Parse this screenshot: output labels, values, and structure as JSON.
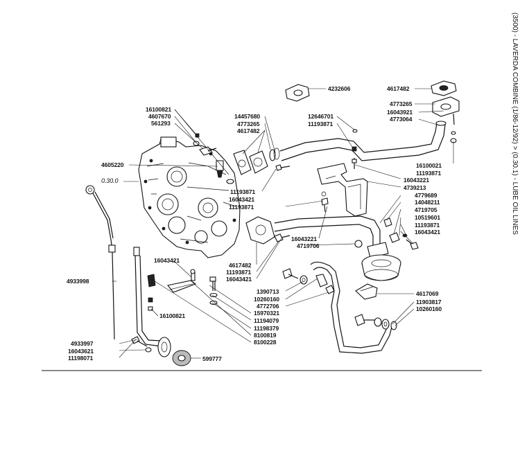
{
  "side_title": "(3500) - LAVERDA COMBINE (1/86-12/92) > (0.30.1) - LUBE OIL LINES",
  "ref_label": "0.30.0",
  "labels": [
    {
      "id": "l4232606",
      "text": "4232606"
    },
    {
      "id": "l4617482a",
      "text": "4617482"
    },
    {
      "id": "l4773265a",
      "text": "4773265"
    },
    {
      "id": "l16043921",
      "text": "16043921"
    },
    {
      "id": "l4773064",
      "text": "4773064"
    },
    {
      "id": "l16100821a",
      "text": "16100821"
    },
    {
      "id": "l4607670",
      "text": "4607670"
    },
    {
      "id": "l561293",
      "text": "561293"
    },
    {
      "id": "l14457680",
      "text": "14457680"
    },
    {
      "id": "l4773265b",
      "text": "4773265"
    },
    {
      "id": "l4617482b",
      "text": "4617482"
    },
    {
      "id": "l12646701",
      "text": "12646701"
    },
    {
      "id": "l11193871a",
      "text": "11193871"
    },
    {
      "id": "l4605220",
      "text": "4605220"
    },
    {
      "id": "l16100021",
      "text": "16100021"
    },
    {
      "id": "l11193871b",
      "text": "11193871"
    },
    {
      "id": "l16043221a",
      "text": "16043221"
    },
    {
      "id": "l11193871c",
      "text": "11193871"
    },
    {
      "id": "l16043421a",
      "text": "16043421"
    },
    {
      "id": "l11193871d",
      "text": "11193871"
    },
    {
      "id": "l4739213",
      "text": "4739213"
    },
    {
      "id": "l4779689",
      "text": "4779689"
    },
    {
      "id": "l14048211",
      "text": "14048211"
    },
    {
      "id": "l4719705",
      "text": "4719705"
    },
    {
      "id": "l10519601",
      "text": "10519601"
    },
    {
      "id": "l11193871e",
      "text": "11193871"
    },
    {
      "id": "l16043421b",
      "text": "16043421"
    },
    {
      "id": "l16043221b",
      "text": "16043221"
    },
    {
      "id": "l4719706",
      "text": "4719706"
    },
    {
      "id": "l4617482c",
      "text": "4617482"
    },
    {
      "id": "l11193871f",
      "text": "11193871"
    },
    {
      "id": "l16043421c",
      "text": "16043421"
    },
    {
      "id": "l16043421d",
      "text": "16043421"
    },
    {
      "id": "l4933998",
      "text": "4933998"
    },
    {
      "id": "l1390713",
      "text": "1390713"
    },
    {
      "id": "l10260160a",
      "text": "10260160"
    },
    {
      "id": "l4772706",
      "text": "4772706"
    },
    {
      "id": "l4617069",
      "text": "4617069"
    },
    {
      "id": "l11903817",
      "text": "11903817"
    },
    {
      "id": "l10260160b",
      "text": "10260160"
    },
    {
      "id": "l15970321",
      "text": "15970321"
    },
    {
      "id": "l11194079",
      "text": "11194079"
    },
    {
      "id": "l11198379",
      "text": "11198379"
    },
    {
      "id": "l8100819",
      "text": "8100819"
    },
    {
      "id": "l8100228",
      "text": "8100228"
    },
    {
      "id": "l16100821b",
      "text": "16100821"
    },
    {
      "id": "l4933997",
      "text": "4933997"
    },
    {
      "id": "l16043621",
      "text": "16043621"
    },
    {
      "id": "l11198071",
      "text": "11198071"
    },
    {
      "id": "l599777",
      "text": "599777"
    }
  ]
}
